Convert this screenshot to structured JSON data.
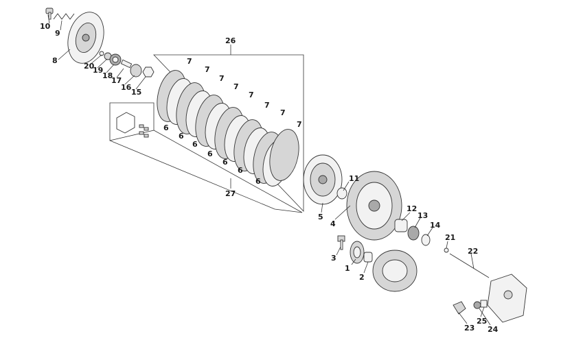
{
  "diagram": {
    "callouts": {
      "c1": "1",
      "c2": "2",
      "c3": "3",
      "c4": "4",
      "c5": "5",
      "c6": "6",
      "c7": "7",
      "c8": "8",
      "c9": "9",
      "c10": "10",
      "c11": "11",
      "c12": "12",
      "c13": "13",
      "c14": "14",
      "c15": "15",
      "c16": "16",
      "c17": "17",
      "c18": "18",
      "c19": "19",
      "c20": "20",
      "c21": "21",
      "c22": "22",
      "c23": "23",
      "c24": "24",
      "c25": "25",
      "c26": "26",
      "c27": "27"
    },
    "colors": {
      "line": "#333333",
      "fill_light": "#f2f2f2",
      "fill_mid": "#d6d6d6",
      "fill_dark": "#a9a9a9"
    }
  }
}
